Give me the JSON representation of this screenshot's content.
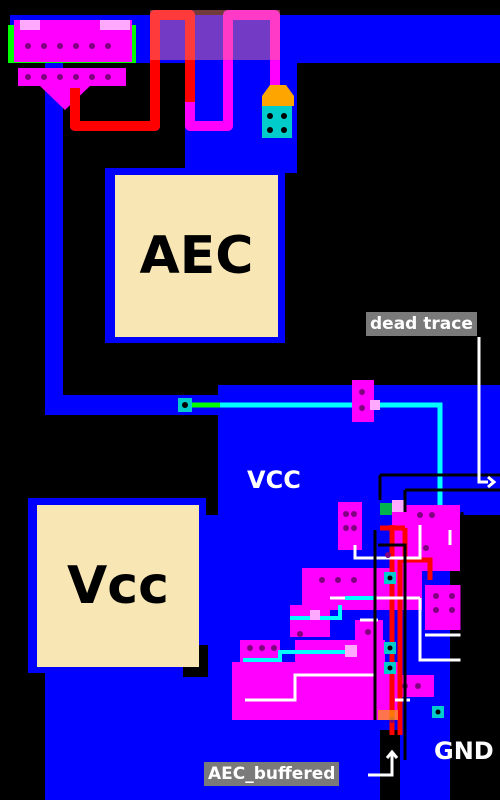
{
  "pads": {
    "aec": {
      "label": "AEC"
    },
    "vcc": {
      "label": "Vcc"
    }
  },
  "nets": {
    "vcc": "VCC",
    "gnd": "GND"
  },
  "callouts": {
    "dead_trace": "dead trace",
    "aec_buffered": "AEC_buffered"
  },
  "colors": {
    "background": "#000000",
    "metal1": "#0000ff",
    "poly": "#ff0000",
    "diffusion": "#ff00ff",
    "via": "#00cccc",
    "pad": "#f8e6b4",
    "callout": "#7a7a7a"
  }
}
